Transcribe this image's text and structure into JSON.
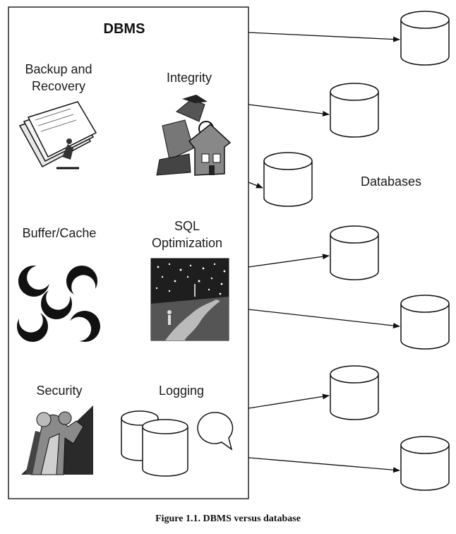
{
  "dbms": {
    "title": "DBMS",
    "components": {
      "backup": "Backup and\nRecovery",
      "integrity": "Integrity",
      "buffer": "Buffer/Cache",
      "sql": "SQL\nOptimization",
      "security": "Security",
      "logging": "Logging"
    }
  },
  "databases_label": "Databases",
  "caption": "Figure 1.1. DBMS versus database",
  "icons": [
    "papers-clipart-icon",
    "detective-house-clipart-icon",
    "crescent-ring-icon",
    "night-sky-road-clipart-icon",
    "people-running-clipart-icon",
    "log-cylinders-icon",
    "speech-bubble-icon",
    "database-cylinder-icon"
  ]
}
